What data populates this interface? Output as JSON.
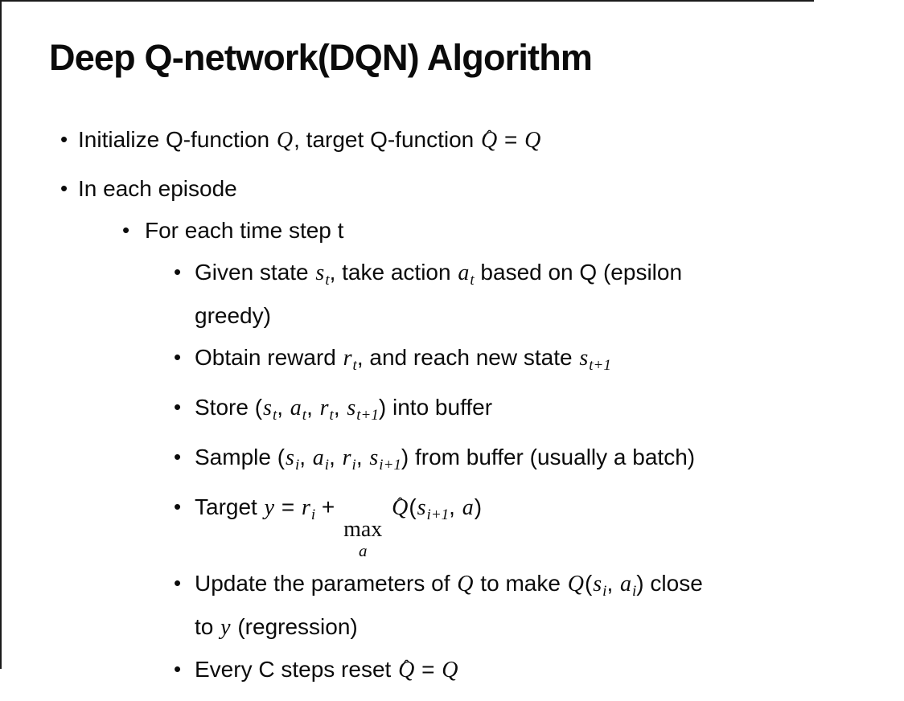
{
  "colors": {
    "background": "#ffffff",
    "text": "#0b0b0b",
    "border": "#1a1a1a"
  },
  "glyphs": {
    "bullet_char": "•",
    "hat_char": "ˆ"
  },
  "slide": {
    "title": "Deep Q-network(DQN) Algorithm",
    "bullets": [
      {
        "level": 1,
        "segments": [
          {
            "t": "Initialize Q-function "
          },
          {
            "m": "Q"
          },
          {
            "t": ", target Q-function "
          },
          {
            "m": "Q",
            "hat": true
          },
          {
            "t": " = "
          },
          {
            "m": "Q"
          }
        ]
      },
      {
        "level": 1,
        "segments": [
          {
            "t": "In each episode"
          }
        ]
      },
      {
        "level": 2,
        "segments": [
          {
            "t": "For each time step t"
          }
        ]
      },
      {
        "level": 3,
        "segments": [
          {
            "t": "Given state "
          },
          {
            "m": "s",
            "sub": "t"
          },
          {
            "t": ", take action "
          },
          {
            "m": "a",
            "sub": "t"
          },
          {
            "t": " based on Q (epsilon"
          },
          {
            "br": true
          },
          {
            "t": "greedy)"
          }
        ]
      },
      {
        "level": 3,
        "segments": [
          {
            "t": "Obtain reward "
          },
          {
            "m": "r",
            "sub": "t"
          },
          {
            "t": ", and reach new state "
          },
          {
            "m": "s",
            "sub": "t+1"
          }
        ]
      },
      {
        "level": 3,
        "segments": [
          {
            "t": "Store ("
          },
          {
            "m": "s",
            "sub": "t"
          },
          {
            "t": ", "
          },
          {
            "m": "a",
            "sub": "t"
          },
          {
            "t": ", "
          },
          {
            "m": "r",
            "sub": "t"
          },
          {
            "t": ", "
          },
          {
            "m": "s",
            "sub": "t+1"
          },
          {
            "t": ") into buffer"
          }
        ]
      },
      {
        "level": 3,
        "segments": [
          {
            "t": "Sample ("
          },
          {
            "m": "s",
            "sub": "i"
          },
          {
            "t": ", "
          },
          {
            "m": "a",
            "sub": "i"
          },
          {
            "t": ", "
          },
          {
            "m": "r",
            "sub": "i"
          },
          {
            "t": ", "
          },
          {
            "m": "s",
            "sub": "i+1"
          },
          {
            "t": ") from buffer (usually a batch)"
          }
        ]
      },
      {
        "level": 3,
        "segments": [
          {
            "t": "Target "
          },
          {
            "m": "y"
          },
          {
            "t": " = "
          },
          {
            "m": "r",
            "sub": "i"
          },
          {
            "t": " + "
          },
          {
            "max": "max",
            "under": "a"
          },
          {
            "t": " "
          },
          {
            "m": "Q",
            "hat": true
          },
          {
            "t": "("
          },
          {
            "m": "s",
            "sub": "i+1"
          },
          {
            "t": ", "
          },
          {
            "m": "a"
          },
          {
            "t": ")"
          }
        ]
      },
      {
        "level": 3,
        "segments": [
          {
            "t": "Update the parameters of "
          },
          {
            "m": "Q"
          },
          {
            "t": " to make "
          },
          {
            "m": "Q"
          },
          {
            "t": "("
          },
          {
            "m": "s",
            "sub": "i"
          },
          {
            "t": ", "
          },
          {
            "m": "a",
            "sub": "i"
          },
          {
            "t": ") close"
          },
          {
            "br": true
          },
          {
            "t": "to "
          },
          {
            "m": "y"
          },
          {
            "t": " (regression)"
          }
        ]
      },
      {
        "level": 3,
        "segments": [
          {
            "t": "Every C steps reset "
          },
          {
            "m": "Q",
            "hat": true
          },
          {
            "t": " = "
          },
          {
            "m": "Q"
          }
        ]
      }
    ]
  }
}
